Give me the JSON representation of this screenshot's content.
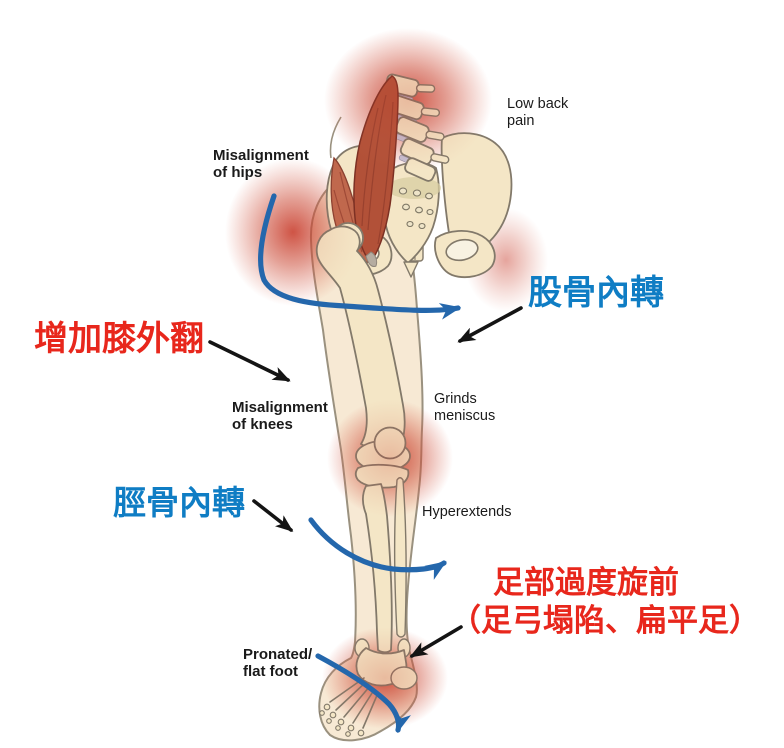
{
  "figure": {
    "description": "Anatomical diagram of a leg skeleton showing chain of misalignment problems with Chinese annotations",
    "background": "#ffffff",
    "colors": {
      "red_text": "#e8271c",
      "blue_text": "#0f7dc4",
      "arrow_blue": "#2467ac",
      "arrow_black": "#141414",
      "bone_fill": "#f4e6c6",
      "bone_outline": "#82796a",
      "skin_fill": "#f7e9d4",
      "muscle_fill": "#b25138",
      "pain_glow": "#c63524"
    },
    "labels": {
      "low_back_pain": "Low back\npain",
      "misalignment_hips": "Misalignment\nof hips",
      "knee_valgus_zh": "增加膝外翻",
      "femoral_internal_rotation_zh": "股骨內轉",
      "misalignment_knees": "Misalignment\nof knees",
      "grinds_meniscus": "Grinds\nmeniscus",
      "tibial_internal_rotation_zh": "脛骨內轉",
      "hyperextends": "Hyperextends",
      "foot_overpronation_zh": "足部過度旋前",
      "foot_overpronation_detail_zh": "（足弓塌陷、扁平足）",
      "pronated_flat_foot": "Pronated/\nflat foot"
    }
  }
}
